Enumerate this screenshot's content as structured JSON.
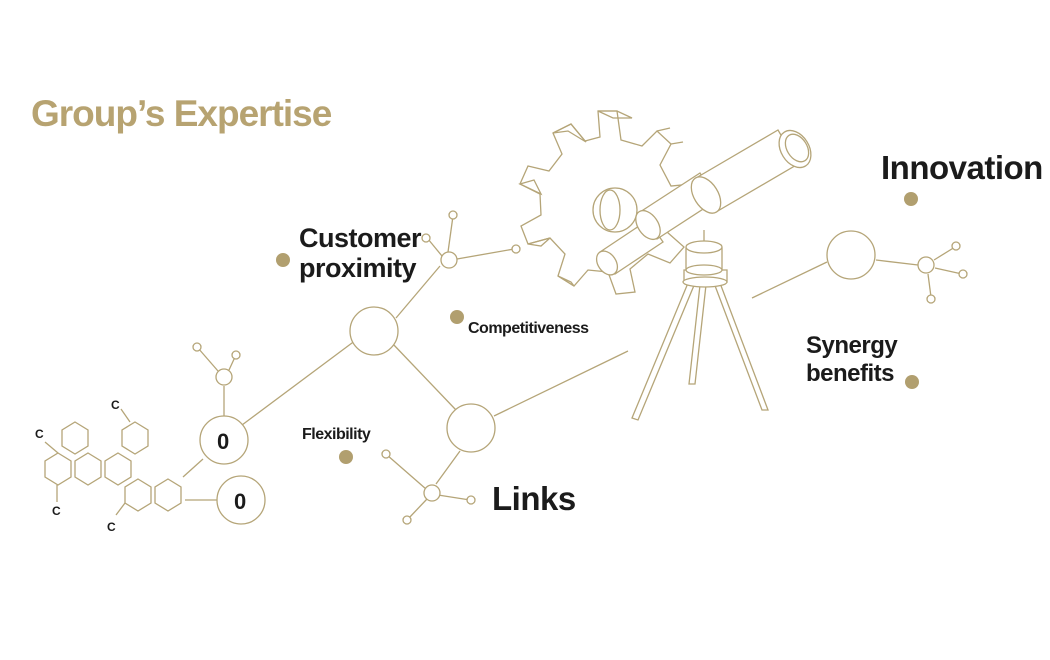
{
  "title": "Group’s Expertise",
  "labels": {
    "customer_proximity_line1": "Customer",
    "customer_proximity_line2": "proximity",
    "competitiveness": "Competitiveness",
    "flexibility": "Flexibility",
    "links": "Links",
    "innovation": "Innovation",
    "synergy_line1": "Synergy",
    "synergy_line2": "benefits"
  },
  "molecule": {
    "atom_label": "C",
    "node_value_1": "0",
    "node_value_2": "0"
  },
  "colors": {
    "accent_gold": "#b7a371",
    "line_gold": "#b5a578",
    "text_dark": "#1b1b1b"
  },
  "icons": [
    "gear-icon",
    "telescope-icon",
    "molecule-icon"
  ]
}
